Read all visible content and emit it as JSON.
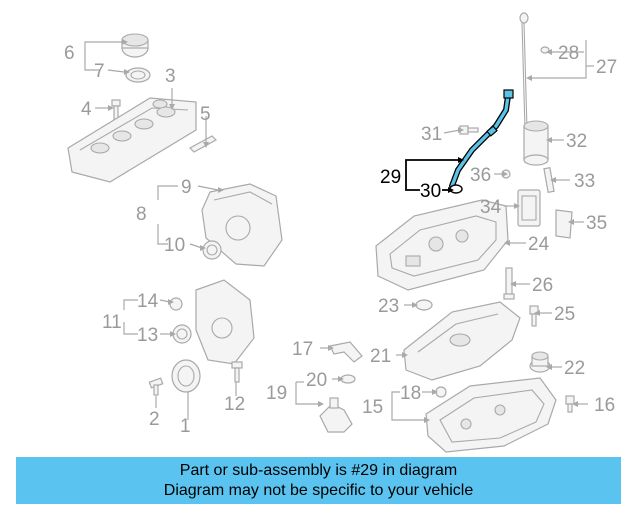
{
  "callouts": {
    "c1": "1",
    "c2": "2",
    "c3": "3",
    "c4": "4",
    "c5": "5",
    "c6": "6",
    "c7": "7",
    "c8": "8",
    "c9": "9",
    "c10": "10",
    "c11": "11",
    "c12": "12",
    "c13": "13",
    "c14": "14",
    "c15": "15",
    "c16": "16",
    "c17": "17",
    "c18": "18",
    "c19": "19",
    "c20": "20",
    "c21": "21",
    "c22": "22",
    "c23": "23",
    "c24": "24",
    "c25": "25",
    "c26": "26",
    "c27": "27",
    "c28": "28",
    "c29": "29",
    "c30": "30",
    "c31": "31",
    "c32": "32",
    "c33": "33",
    "c34": "34",
    "c35": "35",
    "c36": "36"
  },
  "highlight_color": "#5bc3e8",
  "banner": {
    "line1": "Part or sub-assembly is #29 in diagram",
    "line2": "Diagram may not be specific to your vehicle",
    "color": "#5bc3f0"
  }
}
